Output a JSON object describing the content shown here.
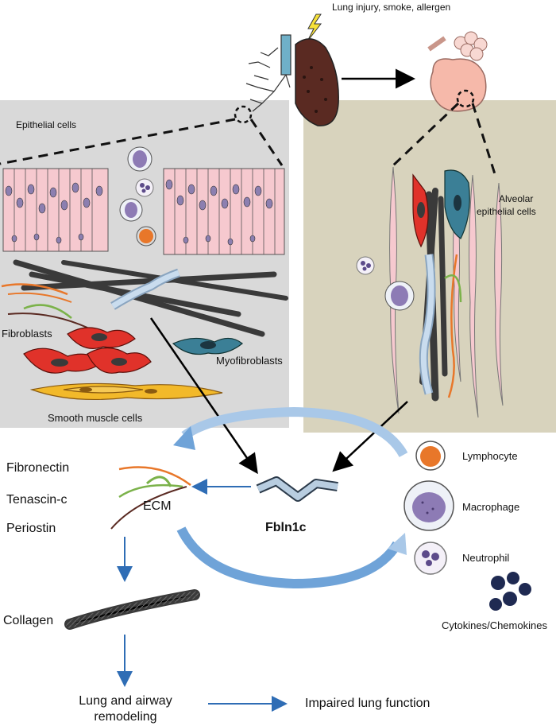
{
  "labels": {
    "trigger": "Lung injury, smoke, allergen",
    "epithelial": "Epithelial cells",
    "alveolar_line1": "Alveolar",
    "alveolar_line2": "epithelial cells",
    "fibroblasts": "Fibroblasts",
    "myofibroblasts": "Myofibroblasts",
    "smooth_muscle": "Smooth muscle cells",
    "fibronectin": "Fibronectin",
    "tenascin": "Tenascin-c",
    "periostin": "Periostin",
    "ecm": "ECM",
    "fbln1c": "Fbln1c",
    "collagen": "Collagen",
    "remodeling_line1": "Lung and airway",
    "remodeling_line2": "remodeling",
    "impaired": "Impaired lung function",
    "lymphocyte": "Lymphocyte",
    "macrophage": "Macrophage",
    "neutrophil": "Neutrophil",
    "cytokines": "Cytokines/Chemokines"
  },
  "colors": {
    "left_panel": "#d9d9d9",
    "right_panel": "#d8d3bd",
    "epithelium": "#f6c9cf",
    "nucleus": "#8c7fb0",
    "fibroblast": "#e0322a",
    "myofibroblast": "#3b7f96",
    "smooth_muscle": "#f2b92a",
    "collagen": "#3a3a3a",
    "fbln1c": "#b8cde0",
    "blue_arrow": "#2f6db5",
    "lymphocyte": "#e8772a",
    "macrophage": "#8d7bb5",
    "neutrophil": "#5d4b8a",
    "lung": "#5a2a22",
    "alveoli": "#f6b9aa"
  },
  "icons": [
    "lung-icon",
    "alveoli-icon",
    "lightning-icon",
    "bronchial-tree-icon"
  ]
}
